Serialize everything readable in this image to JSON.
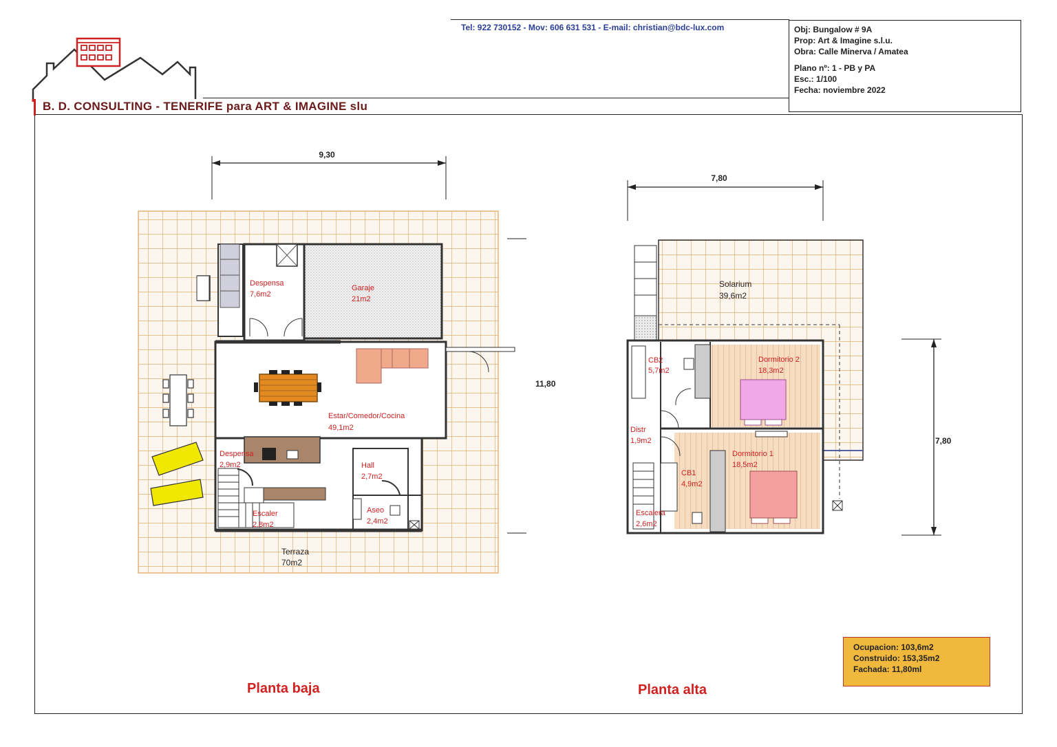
{
  "header": {
    "contact": "Tel: 922 730152 - Mov:  606 631 531  -  E-mail: christian@bdc-lux.com",
    "company": "B. D. CONSULTING  -  TENERIFE para  ART & IMAGINE slu"
  },
  "title_block": {
    "obj": "Obj: Bungalow # 9A",
    "prop": "Prop: Art & Imagine s.l.u.",
    "obra": "Obra: Calle Minerva / Amatea",
    "plano": "Plano nº: 1 - PB y PA",
    "esc": "Esc.:  1/100",
    "fecha": "Fecha: noviembre 2022"
  },
  "ground_floor": {
    "label": "Planta baja",
    "width_dim": "9,30",
    "depth_dim": "11,80",
    "rooms": [
      {
        "name": "Despensa",
        "area": "7,6m2"
      },
      {
        "name": "Garaje",
        "area": "21m2"
      },
      {
        "name": "Estar/Comedor/Cocina",
        "area": "49,1m2"
      },
      {
        "name": "Despensa",
        "area": "2,9m2"
      },
      {
        "name": "Hall",
        "area": "2,7m2"
      },
      {
        "name": "Aseo",
        "area": "2,4m2"
      },
      {
        "name": "Escaler",
        "area": "2,8m2"
      },
      {
        "name": "Terraza",
        "area": "70m2"
      }
    ]
  },
  "upper_floor": {
    "label": "Planta alta",
    "width_dim": "7,80",
    "depth_dim": "7,80",
    "rooms": [
      {
        "name": "Solarium",
        "area": "39,6m2"
      },
      {
        "name": "CB2",
        "area": "5,7m2"
      },
      {
        "name": "Dormitorio 2",
        "area": "18,3m2"
      },
      {
        "name": "Distr",
        "area": "1,9m2"
      },
      {
        "name": "Dormitorio 1",
        "area": "18,5m2"
      },
      {
        "name": "CB1",
        "area": "4,9m2"
      },
      {
        "name": "Escalera",
        "area": "2,6m2"
      }
    ]
  },
  "summary": {
    "ocupacion": "Ocupacion: 103,6m2",
    "construido": "Construido: 153,35m2",
    "fachada": "Fachada: 11,80ml"
  },
  "colors": {
    "tile_line": "#e0a25a",
    "room_text": "#d02020",
    "dim_text": "#222222",
    "floor_wood": "#f6dcc0",
    "sofa": "#f0a98a",
    "table": "#e28a1f",
    "kitchen": "#a9856a",
    "lounger": "#f0e800",
    "bed_pink": "#f0a8e6",
    "bed_salmon": "#f4a0a0",
    "summary_bg": "#f0b93d"
  }
}
